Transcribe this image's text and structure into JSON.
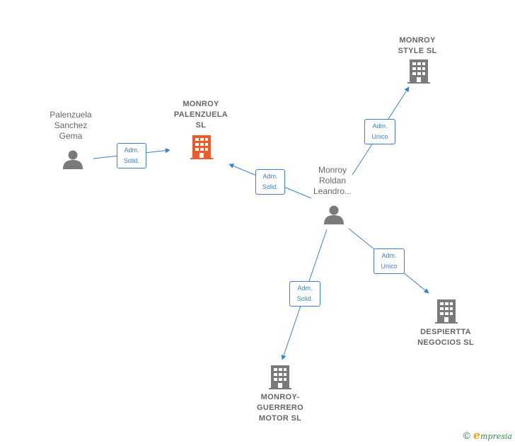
{
  "colors": {
    "edge": "#3b7fd4",
    "node_gray": "#7a7a7a",
    "main_company": "#f05a28",
    "brand_green": "#2b8a4a",
    "brand_orange": "#f0a020"
  },
  "nodes": {
    "person_palenzuela": {
      "label": "Palenzuela\nSanchez\nGema",
      "icon": "person-icon"
    },
    "company_monroy_palenzuela": {
      "label": "MONROY\nPALENZUELA\nSL",
      "icon": "building-icon"
    },
    "person_monroy_roldan": {
      "label": "Monroy\nRoldan\nLeandro...",
      "icon": "person-icon"
    },
    "company_monroy_style": {
      "label": "MONROY\nSTYLE  SL",
      "icon": "building-icon"
    },
    "company_despiertta": {
      "label": "DESPIERTTA\nNEGOCIOS  SL",
      "icon": "building-icon"
    },
    "company_monroy_guerrero": {
      "label": "MONROY-\nGUERRERO\nMOTOR  SL",
      "icon": "building-icon"
    }
  },
  "edges": {
    "palenzuela_to_main": "Adm.\nSolid.",
    "roldan_to_main": "Adm.\nSolid.",
    "roldan_to_style": "Adm.\nUnico",
    "roldan_to_despiertta": "Adm.\nUnico",
    "roldan_to_guerrero": "Adm.\nSolid."
  },
  "footer": {
    "copyright_symbol": "©",
    "brand_initial": "e",
    "brand_rest": "mpresia"
  }
}
